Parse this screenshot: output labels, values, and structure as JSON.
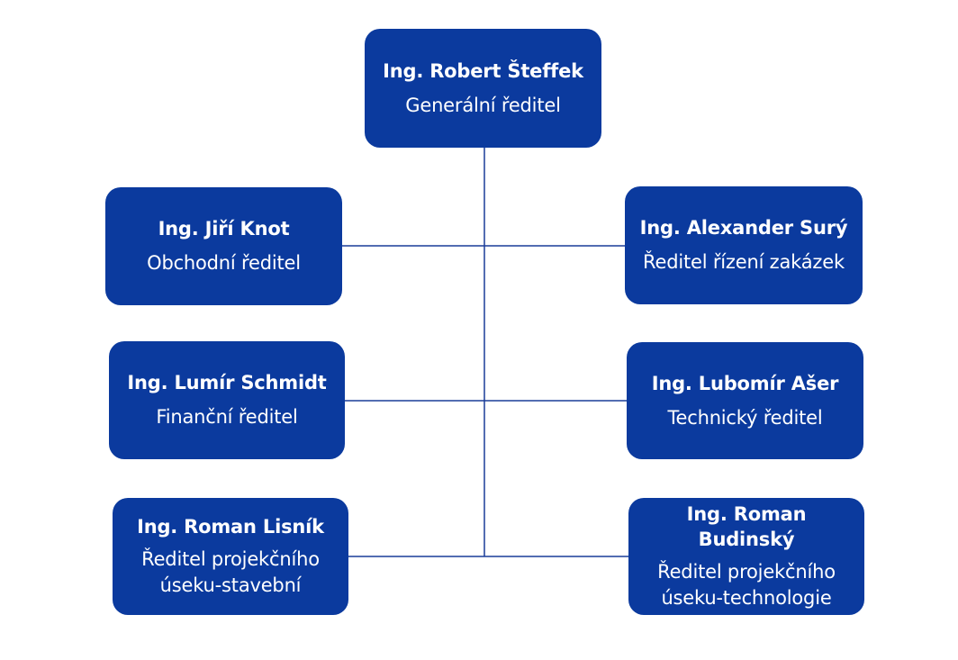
{
  "chart": {
    "colors": {
      "box_fill": "#0b3a9e",
      "connector": "#1a3d99",
      "text": "#ffffff",
      "background": "#ffffff"
    },
    "root": {
      "name": "Ing. Robert Šteffek",
      "role": "Generální ředitel"
    },
    "left": [
      {
        "name": "Ing. Jiří Knot",
        "role": "Obchodní ředitel"
      },
      {
        "name": "Ing. Lumír Schmidt",
        "role": "Finanční ředitel"
      },
      {
        "name": "Ing. Roman Lisník",
        "role": "Ředitel projekčního\núseku-stavební"
      }
    ],
    "right": [
      {
        "name": "Ing. Alexander Surý",
        "role": "Ředitel řízení zakázek"
      },
      {
        "name": "Ing. Lubomír Ašer",
        "role": "Technický ředitel"
      },
      {
        "name": "Ing. Roman Budinský",
        "role": "Ředitel projekčního\núseku-technologie"
      }
    ]
  }
}
